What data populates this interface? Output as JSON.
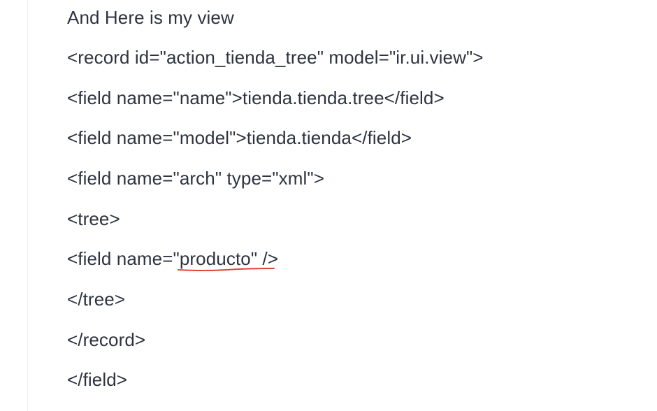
{
  "post": {
    "intro": "And Here is my view",
    "code_lines": [
      "<record id=\"action_tienda_tree\" model=\"ir.ui.view\">",
      "<field name=\"name\">tienda.tienda.tree</field>",
      "<field name=\"model\">tienda.tienda</field>",
      "<field name=\"arch\" type=\"xml\">",
      "<tree>"
    ],
    "producto_line": {
      "prefix": "<field name=\"",
      "misspelled": "producto\"",
      "suffix": " />"
    },
    "closing_lines": [
      "</tree>",
      "</record>",
      "</field>"
    ],
    "spellcheck_color": "#e0453a"
  }
}
